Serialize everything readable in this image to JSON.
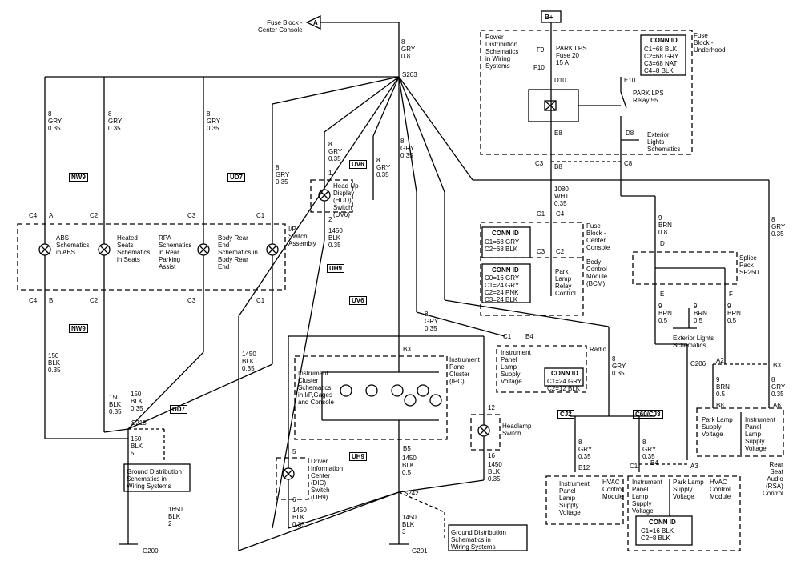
{
  "top": {
    "b_plus": "B+",
    "fuse_block_center_console": "Fuse Block -\nCenter Console",
    "connector_a": "A",
    "top_wire": "8\nGRY\n0.8",
    "splice_s203": "S203"
  },
  "underhood": {
    "fuse_block_label": "Fuse\nBlock -\nUnderhood",
    "power_dist": "Power\nDistribution\nSchematics\nin Wiring\nSystems",
    "fuse_label": "PARK LPS\nFuse 20\n15 A",
    "relay_label": "PARK LPS\nRelay 55",
    "f9": "F9",
    "f10": "F10",
    "d10": "D10",
    "e10": "E10",
    "e8": "E8",
    "d8": "D8",
    "ext_lights": "Exterior\nLights\nSchematics",
    "conn_id_title": "CONN ID",
    "conn_id_lines": "C1=68 BLK\nC2=68 GRY\nC3=68 NAT\nC4=8 BLK",
    "c3": "C3",
    "b8": "B8",
    "c8": "C8"
  },
  "bcm": {
    "wire": "1080\nWHT\n0.35",
    "c1": "C1",
    "c4": "C4",
    "c3": "C3",
    "c2": "C2",
    "fuse_block_cc": "Fuse\nBlock -\nCenter\nConsole",
    "conn1_title": "CONN ID",
    "conn1_lines": "C1=68 GRY\nC2=68 BLK",
    "conn2_title": "CONN ID",
    "conn2_lines": "C0=16 GRY\nC1=24 GRY\nC2=24 PNK\nC3=24 BLK",
    "relay_ctrl": "Park\nLamp\nRelay\nControl",
    "module": "Body\nControl\nModule\n(BCM)"
  },
  "left": {
    "w1": "8\nGRY\n0.35",
    "w2": "8\nGRY\n0.35",
    "w3": "8\nGRY\n0.35",
    "w4": "8\nGRY\n0.35",
    "nw9_top": "NW9",
    "ud7_top": "UD7",
    "nw9_bot": "NW9",
    "ud7_bot": "UD7",
    "c4a": "C4",
    "c2a": "C2",
    "c3a": "C3",
    "c1a": "C1",
    "c4b": "C4",
    "c2b": "C2",
    "c3b": "C3",
    "c1b": "C1",
    "a": "A",
    "b": "B",
    "abs": "ABS\nSchematics\nin ABS",
    "heated": "Heated\nSeats\nSchematics\nin Seats",
    "rpa": "RPA\nSchematics\nin Rear\nParking\nAssist",
    "body_rear": "Body Rear\nEnd\nSchematics in\nBody Rear\nEnd",
    "ip_switch": "I/P\nSwitch\nAssembly",
    "w150a": "150\nBLK\n0.35",
    "w150b": "150\nBLK\n0.35",
    "w150c": "150\nBLK\n0.35",
    "w150d": "150\nBLK\n5",
    "s213": "S213",
    "ground_dist": "Ground Distribution\nSchematics in\nWiring Systems",
    "w1650": "1650\nBLK\n2",
    "g200": "G200"
  },
  "hud": {
    "wire": "8\nGRY\n0.35",
    "uv6": "UV6",
    "uh9": "UH9",
    "uv6b": "UV6",
    "pin1": "1",
    "pin2": "2",
    "label": "Head Up\nDisplay\n(HUD)\nSwitch\n(UV6)",
    "w1450": "1450\nBLK\n0.35",
    "w8": "8\nGRY\n0.35"
  },
  "ipc": {
    "w1450": "1450\nBLK\n0.35",
    "b3": "B3",
    "b5": "B5",
    "label": "Instrument\nPanel\nCluster\n(IPC)",
    "inner": "Instrument\nCluster\nSchematics\nin I/P,Gages\nand Console",
    "w_b5": "1450\nBLK\n0.5",
    "w_left": "8\nGRY\n0.35",
    "w_radio": "8\nGRY\n0.35"
  },
  "dic": {
    "uh9": "UH9",
    "pin5": "5",
    "pin6": "6",
    "label": "Driver\nInformation\nCenter\n(DIC)\nSwitch\n(UH9)",
    "w1450": "1450\nBLK\n0.35",
    "s242": "S242",
    "w_g201": "1450\nBLK\n3",
    "g201": "G201",
    "ground_dist": "Ground Distribution\nSchematics in\nWiring Systems"
  },
  "headlamp": {
    "pin12": "12",
    "pin16": "16",
    "label": "Headlamp\nSwitch",
    "w1450": "1450\nBLK\n0.35"
  },
  "radio": {
    "c1": "C1",
    "b4": "B4",
    "label": "Radio",
    "inner": "Instrument\nPanel\nLamp\nSupply\nVoltage",
    "conn_title": "CONN ID",
    "conn_lines": "C1=24 GRY\nC2=12 BLK",
    "w_out": "8\nGRY\n0.35"
  },
  "hvac": {
    "cj2": "CJ2",
    "c60": "C60/CJ3",
    "w_left": "8\nGRY\n0.35",
    "w_right": "8\nGRY\n0.35",
    "b12": "B12",
    "c1": "C1",
    "b4": "B4",
    "a3": "A3",
    "inner_left": "Instrument\nPanel\nLamp\nSupply\nVoltage",
    "ctrl_left": "HVAC\nControl\nModule",
    "inner_right1": "Instrument\nPanel\nLamp\nSupply\nVoltage",
    "inner_right2": "Park Lamp\nSupply\nVoltage",
    "ctrl_right": "HVAC\nControl\nModule",
    "conn_title": "CONN ID",
    "conn_lines": "C1=16 BLK\nC2=8 BLK"
  },
  "splice": {
    "w_in": "9\nBRN\n0.8",
    "d": "D",
    "e": "E",
    "f": "F",
    "label": "Splice\nPack\nSP250",
    "w_e": "9\nBRN\n0.5",
    "w_e2": "9\nBRN\n0.5",
    "w_f": "9\nBRN\n0.5",
    "ext": "Exterior Lights\nSchematics",
    "w_right": "8\nGRY\n0.35"
  },
  "rsa": {
    "c206": "C206",
    "a2": "A2",
    "b3": "B3",
    "b8": "B8",
    "a6": "A6",
    "w_b8": "9\nBRN\n0.5",
    "w_a6": "8\nGRY\n0.35",
    "inner_left": "Park Lamp\nSupply\nVoltage",
    "inner_right": "Instrument\nPanel\nLamp\nSupply\nVoltage",
    "label": "Rear\nSeat\nAudio\n(RSA)\nControl"
  }
}
